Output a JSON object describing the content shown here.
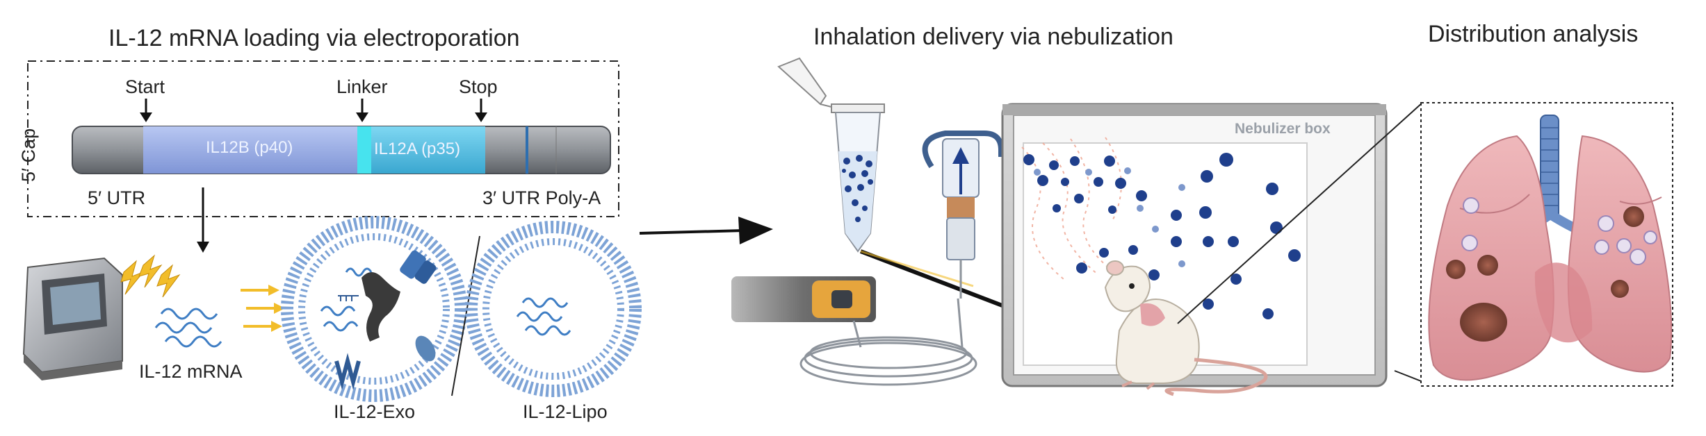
{
  "panels": {
    "loading": {
      "title": "IL-12 mRNA loading via electroporation",
      "markers": {
        "start": "Start",
        "linker": "Linker",
        "stop": "Stop"
      },
      "cap_label": "5′ Cap",
      "utr5_label": "5′ UTR",
      "utr3_label": "3′ UTR Poly-A",
      "segment_p40": "IL12B (p40)",
      "segment_p35": "IL12A (p35)",
      "mrna_label": "IL-12 mRNA",
      "exo_label": "IL-12-Exo",
      "lipo_label": "IL-12-Lipo"
    },
    "inhalation": {
      "title": "Inhalation delivery via nebulization",
      "box_label": "Nebulizer box"
    },
    "distribution": {
      "title": "Distribution analysis"
    }
  },
  "colors": {
    "mrna_bar_gray": "#8f9398",
    "segment_p40": "#9aaee6",
    "segment_linker": "#47e3ee",
    "segment_p35": "#52c4e8",
    "vesicle_blue": "#7da3d6",
    "particle_navy": "#1f3f8c",
    "lung_pink": "#e2a3a8",
    "tumor_brown": "#8a4e3e",
    "bolt_yellow": "#f2bd2a",
    "arrow_black": "#000000"
  },
  "icons": [
    "electroporator-icon",
    "lightning-icon",
    "mrna-strand-icon",
    "exosome-icon",
    "liposome-icon",
    "tube-icon",
    "nebulizer-icon",
    "mouse-icon",
    "lungs-icon"
  ]
}
